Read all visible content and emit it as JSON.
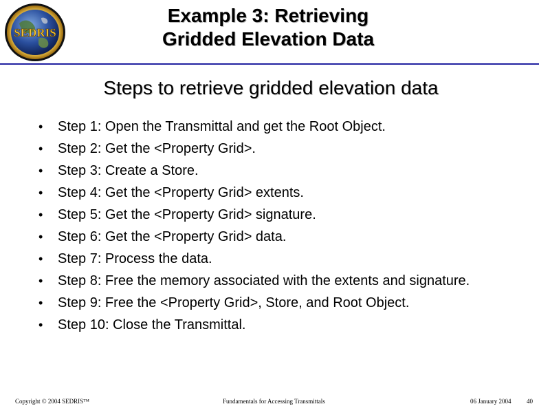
{
  "logo": {
    "text": "SEDRIS",
    "ring_color": "#d4a017",
    "globe_color": "#1f3f8f"
  },
  "title": {
    "line1": "Example 3: Retrieving",
    "line2": "Gridded Elevation Data"
  },
  "subtitle": "Steps to retrieve gridded elevation data",
  "bullet_symbol": "•",
  "steps": [
    "Step 1: Open the Transmittal and get the Root Object.",
    "Step 2: Get the <Property Grid>.",
    "Step 3: Create a Store.",
    "Step 4: Get the <Property Grid> extents.",
    "Step 5: Get the <Property Grid> signature.",
    "Step 6: Get the <Property Grid> data.",
    "Step 7: Process the data.",
    "Step 8: Free the memory associated with the extents and signature.",
    "Step 9: Free the <Property Grid>, Store, and Root Object.",
    "Step 10: Close the Transmittal."
  ],
  "footer": {
    "copyright": "Copyright © 2004 SEDRIS™",
    "course": "Fundamentals for Accessing Transmittals",
    "date": "06 January 2004",
    "page": "40"
  },
  "colors": {
    "rule": "#2020a0",
    "text": "#000000",
    "background": "#ffffff"
  }
}
